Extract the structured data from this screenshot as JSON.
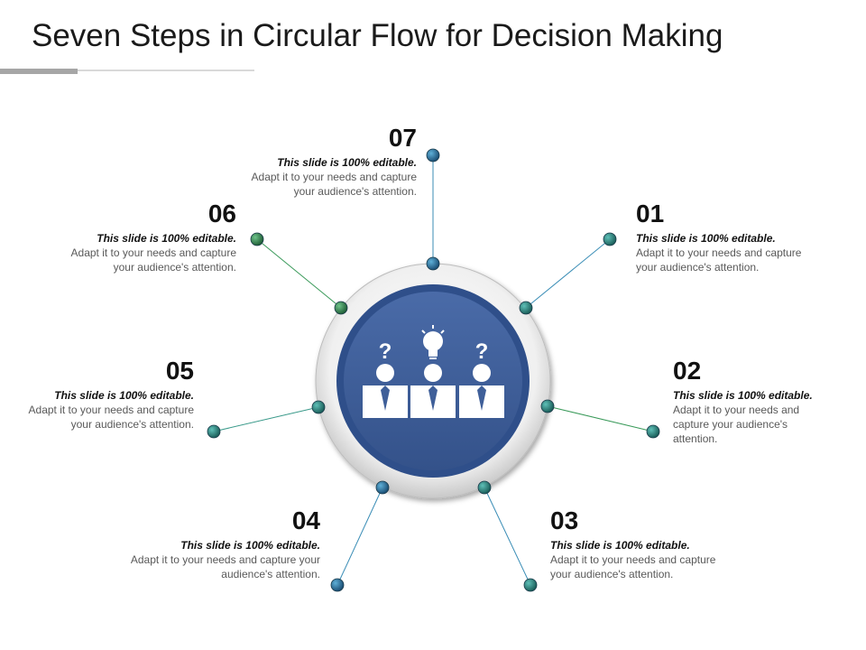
{
  "title": "Seven Steps in Circular Flow for Decision Making",
  "colors": {
    "circle_fill": "#3f5f99",
    "ring": "#e6e6e6",
    "line_blue": "#3a8db6",
    "line_green": "#3a9a5a",
    "dot_blue": "#1f5f8a",
    "dot_green": "#2e7d4a"
  },
  "center_icon": [
    "question-mark-icon",
    "lightbulb-icon",
    "question-mark-icon",
    "businessperson-icon"
  ],
  "center_glyphs": {
    "question": "?",
    "idea": ""
  },
  "steps": [
    {
      "number": "01",
      "heading": "This slide is 100% editable.",
      "body": "Adapt it to your needs and capture your audience's attention."
    },
    {
      "number": "02",
      "heading": "This slide is 100% editable.",
      "body": "Adapt it to your needs and capture your audience's attention."
    },
    {
      "number": "03",
      "heading": "This slide is 100% editable.",
      "body": "Adapt it to your needs and capture your audience's attention."
    },
    {
      "number": "04",
      "heading": "This slide is 100% editable.",
      "body": "Adapt it to your needs and capture your audience's attention."
    },
    {
      "number": "05",
      "heading": "This slide is 100% editable.",
      "body": "Adapt it to your needs and capture your audience's attention."
    },
    {
      "number": "06",
      "heading": "This slide is 100% editable.",
      "body": "Adapt it to your needs and capture your audience's attention."
    },
    {
      "number": "07",
      "heading": "This slide is 100% editable.",
      "body": "Adapt it to your needs and capture your audience's attention."
    }
  ]
}
